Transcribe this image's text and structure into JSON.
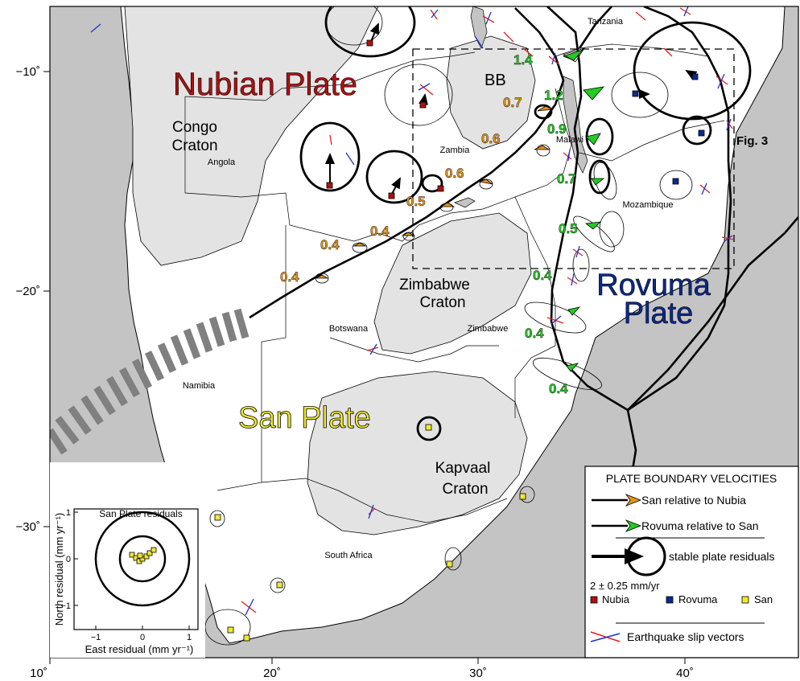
{
  "axes": {
    "x_ticks": [
      "10˚",
      "20˚",
      "30˚",
      "40˚"
    ],
    "y_ticks": [
      "−10˚",
      "−20˚",
      "−30˚"
    ]
  },
  "plates": {
    "nubian": "Nubian Plate",
    "san": "San Plate",
    "rovuma_line1": "Rovuma",
    "rovuma_line2": "Plate"
  },
  "regions": {
    "congo_line1": "Congo",
    "congo_line2": "Craton",
    "zimbabwe_line1": "Zimbabwe",
    "zimbabwe_line2": "Craton",
    "kapvaal_line1": "Kapvaal",
    "kapvaal_line2": "Craton",
    "bb": "BB",
    "fig3": "Fig. 3"
  },
  "countries": {
    "angola": "Angola",
    "zambia": "Zambia",
    "tanzania": "Tanzania",
    "malawi": "Malawi",
    "mozambique": "Mozambique",
    "botswana": "Botswana",
    "zimbabwe": "Zimbabwe",
    "namibia": "Namibia",
    "south_africa": "South Africa"
  },
  "velocity_labels": {
    "san_nubia": [
      "0.7",
      "0.6",
      "0.6",
      "0.5",
      "0.4",
      "0.4",
      "0.4"
    ],
    "rovuma_san": [
      "1.4",
      "1.2",
      "0.9",
      "0.7",
      "0.5",
      "0.4",
      "0.4",
      "0.4"
    ]
  },
  "colors": {
    "san_nubia": "#e59418",
    "rovuma_san": "#22cc22",
    "nubia": "#b01010",
    "rovuma": "#0a2a8c",
    "san": "#f0e832",
    "ocean": "#c4c4c4",
    "craton": "#e3e3e3",
    "slip_red": "#e02020",
    "slip_blue": "#2030d0"
  },
  "legend": {
    "title": "PLATE BOUNDARY VELOCITIES",
    "san_nubia": "San relative to Nubia",
    "rovuma_san": "Rovuma relative to San",
    "residuals": "stable plate residuals",
    "scale": "2 ± 0.25 mm/yr",
    "nubia": "Nubia",
    "rovuma": "Rovuma",
    "san": "San",
    "slip": "Earthquake slip vectors"
  },
  "inset": {
    "title": "San Plate residuals",
    "xlabel": "East residual (mm yr⁻¹)",
    "ylabel": "North residual (mm yr⁻¹)",
    "x_ticks": [
      "−1",
      "0",
      "1"
    ],
    "y_ticks": [
      "1",
      "0",
      "−1"
    ]
  }
}
